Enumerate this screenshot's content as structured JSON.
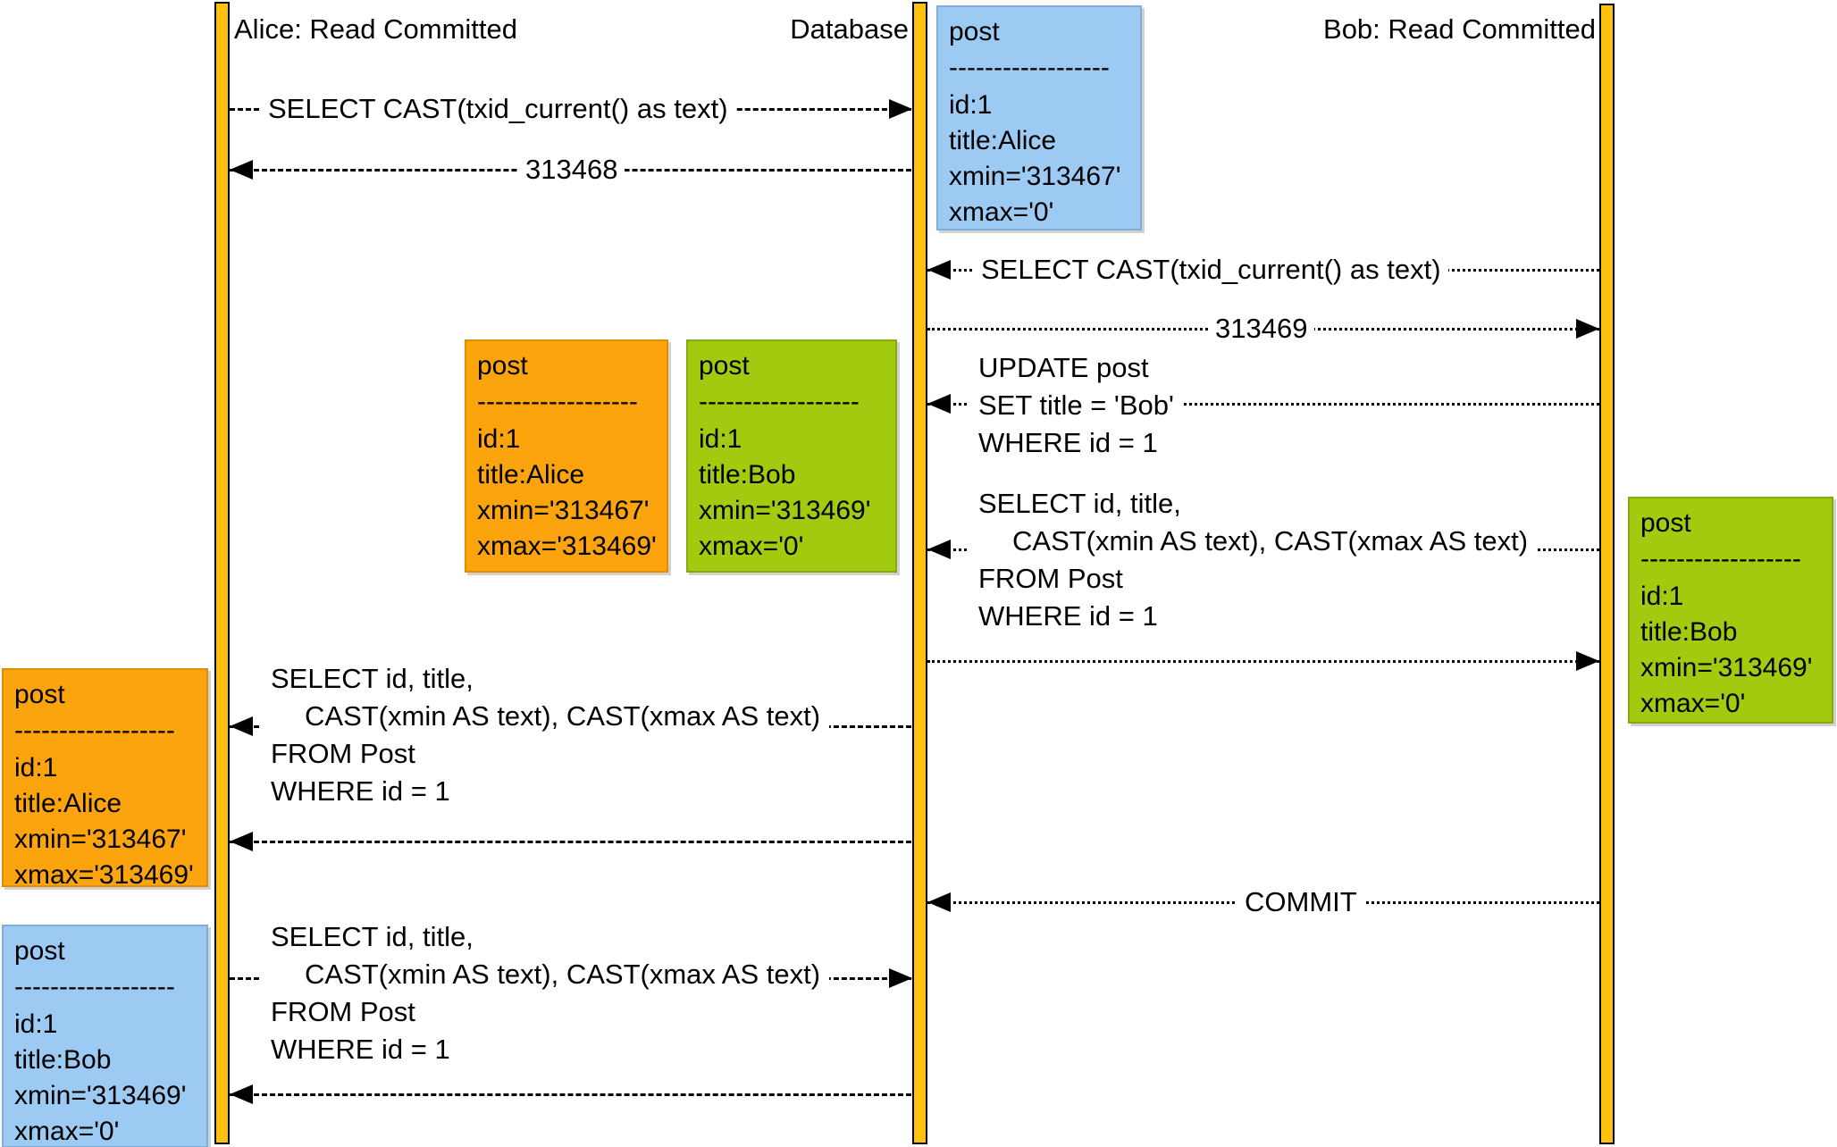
{
  "participants": {
    "alice": "Alice: Read Committed",
    "database": "Database",
    "bob": "Bob: Read Committed"
  },
  "messages": {
    "alice_txid_query": "SELECT CAST(txid_current() as text)",
    "alice_txid_result": "313468",
    "bob_txid_query": "SELECT CAST(txid_current() as text)",
    "bob_txid_result": "313469",
    "bob_update": [
      "UPDATE post",
      "SET title = 'Bob'",
      "WHERE id = 1"
    ],
    "bob_select": [
      "SELECT id, title,",
      "CAST(xmin AS text), CAST(xmax AS text)",
      "FROM Post",
      "WHERE id = 1"
    ],
    "alice_select_before_commit": [
      "SELECT id, title,",
      "CAST(xmin AS text), CAST(xmax AS text)",
      "FROM Post",
      "WHERE id = 1"
    ],
    "bob_commit": "COMMIT",
    "alice_select_after_commit": [
      "SELECT id, title,",
      "CAST(xmin AS text), CAST(xmax AS text)",
      "FROM Post",
      "WHERE id = 1"
    ]
  },
  "notes": {
    "db_initial_row": {
      "table": "post",
      "separator": "------------------",
      "fields": [
        "id:1",
        "title:Alice",
        "xmin='313467'",
        "xmax='0'"
      ]
    },
    "old_row_version": {
      "table": "post",
      "separator": "------------------",
      "fields": [
        "id:1",
        "title:Alice",
        "xmin='313467'",
        "xmax='313469'"
      ]
    },
    "new_row_version": {
      "table": "post",
      "separator": "------------------",
      "fields": [
        "id:1",
        "title:Bob",
        "xmin='313469'",
        "xmax='0'"
      ]
    },
    "bob_select_result": {
      "table": "post",
      "separator": "------------------",
      "fields": [
        "id:1",
        "title:Bob",
        "xmin='313469'",
        "xmax='0'"
      ]
    },
    "alice_select_result_1": {
      "table": "post",
      "separator": "------------------",
      "fields": [
        "id:1",
        "title:Alice",
        "xmin='313467'",
        "xmax='313469'"
      ]
    },
    "alice_select_result_2": {
      "table": "post",
      "separator": "------------------",
      "fields": [
        "id:1",
        "title:Bob",
        "xmin='313469'",
        "xmax='0'"
      ]
    }
  },
  "colors": {
    "lifeline": "#FFC10D",
    "note_blue": "#9CCAF2",
    "note_blue_border": "#7FAFD9",
    "note_orange": "#FCA40D",
    "note_orange_border": "#E08E00",
    "note_green": "#A2CA0E",
    "note_green_border": "#86A912"
  }
}
